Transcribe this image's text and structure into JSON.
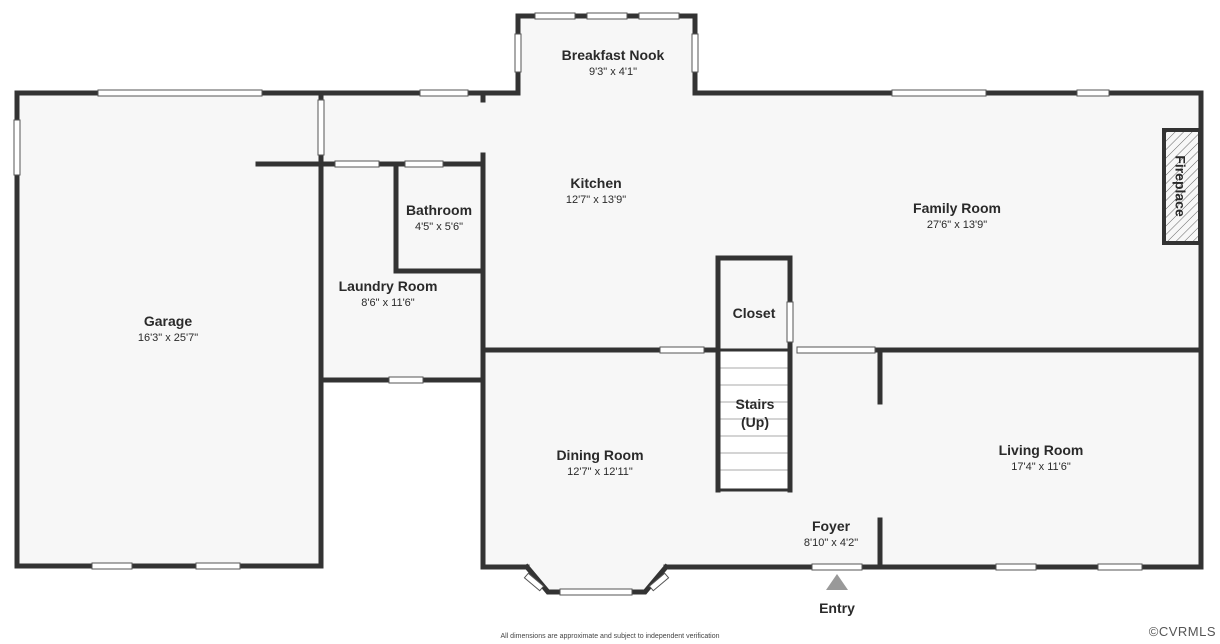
{
  "colors": {
    "wall": "#333333",
    "floor": "#f7f7f7",
    "window": "#ffffff",
    "entry_arrow": "#999999"
  },
  "rooms": {
    "breakfast_nook": {
      "name": "Breakfast Nook",
      "dim": "9'3\" x 4'1\""
    },
    "kitchen": {
      "name": "Kitchen",
      "dim": "12'7\" x 13'9\""
    },
    "family_room": {
      "name": "Family Room",
      "dim": "27'6\" x 13'9\""
    },
    "bathroom": {
      "name": "Bathroom",
      "dim": "4'5\" x 5'6\""
    },
    "laundry_room": {
      "name": "Laundry Room",
      "dim": "8'6\" x 11'6\""
    },
    "garage": {
      "name": "Garage",
      "dim": "16'3\" x 25'7\""
    },
    "closet": {
      "name": "Closet"
    },
    "stairs": {
      "line1": "Stairs",
      "line2": "(Up)"
    },
    "dining_room": {
      "name": "Dining Room",
      "dim": "12'7\" x 12'11\""
    },
    "living_room": {
      "name": "Living Room",
      "dim": "17'4\" x 11'6\""
    },
    "foyer": {
      "name": "Foyer",
      "dim": "8'10\" x 4'2\""
    }
  },
  "fireplace_label": "Fireplace",
  "entry_label": "Entry",
  "disclaimer": "All dimensions are approximate and subject to independent verification",
  "watermark": "©CVRMLS"
}
